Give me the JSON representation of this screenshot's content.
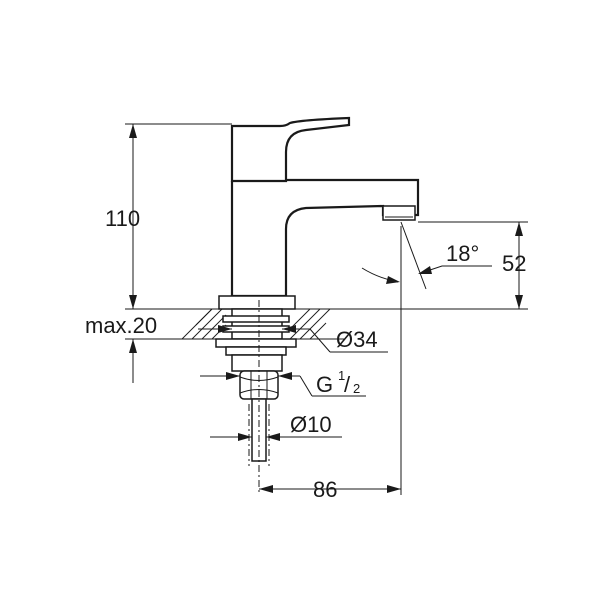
{
  "dimensions": {
    "height_total": "110",
    "spout_height": "52",
    "spout_angle": "18°",
    "max_thickness": "max.20",
    "diameter_nut": "Ø34",
    "thread_prefix": "G",
    "thread_num": "1",
    "thread_den": "2",
    "diameter_pipe": "Ø10",
    "projection": "86"
  }
}
